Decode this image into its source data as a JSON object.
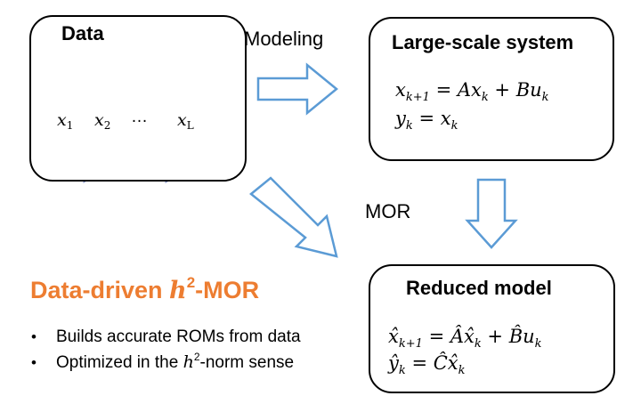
{
  "data_box": {
    "title": "Data",
    "sheets": [
      {
        "var": "x",
        "sub": "1"
      },
      {
        "var": "x",
        "sub": "2"
      },
      {
        "var": "x",
        "sub": "L"
      }
    ],
    "ellipsis": "…"
  },
  "arrows": {
    "modeling_label": "Modeling",
    "mor_label": "MOR"
  },
  "large_system": {
    "title": "Large-scale system",
    "eq1": {
      "lhs": "x",
      "lhs_sub": "k+1",
      "rel": " = ",
      "t1": "Ax",
      "t1_sub": "k",
      "op": " + ",
      "t2": "Bu",
      "t2_sub": "k"
    },
    "eq2": {
      "lhs": "y",
      "lhs_sub": "k",
      "rel": " = ",
      "t1": "x",
      "t1_sub": "k"
    }
  },
  "reduced_model": {
    "title": "Reduced model",
    "eq1": {
      "lhs": "x̂",
      "lhs_sub": "k+1",
      "rel": " = ",
      "t1": "Âx̂",
      "t1_sub": "k",
      "op": " + ",
      "t2": "B̂u",
      "t2_sub": "k"
    },
    "eq2": {
      "lhs": "ŷ",
      "lhs_sub": "k",
      "rel": " = ",
      "t1": "Ĉx̂",
      "t1_sub": "k"
    }
  },
  "method": {
    "title_prefix": "Data-driven ",
    "title_h": "h",
    "title_sup": "2",
    "title_suffix": "-MOR",
    "bullet_char": "•",
    "bullet1": "Builds accurate ROMs from data",
    "bullet2_prefix": "Optimized in the ",
    "bullet2_h": "h",
    "bullet2_sup": "2",
    "bullet2_suffix": "-norm sense"
  },
  "colors": {
    "sheet_fill": "#a9b5de",
    "sheet_stroke": "#7f8fc6",
    "arrow_stroke": "#5b9bd5",
    "accent": "#ed7d31"
  }
}
